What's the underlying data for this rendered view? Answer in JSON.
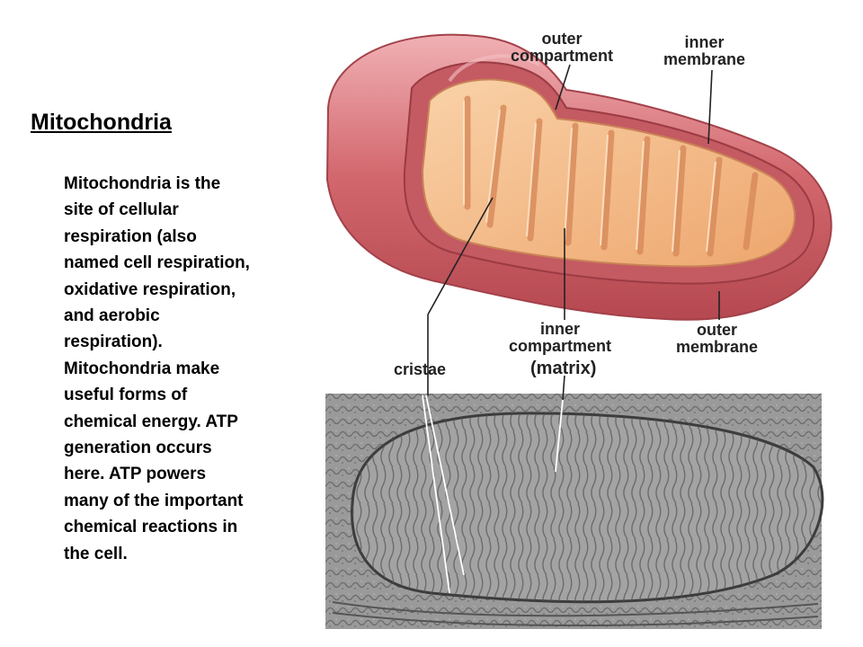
{
  "slide": {
    "title": "Mitochondria",
    "body_lines": [
      "Mitochondria is the",
      "site of cellular",
      "respiration (also",
      "named cell respiration,",
      "oxidative respiration,",
      "and aerobic",
      "respiration).",
      "Mitochondria make",
      "useful forms of",
      "chemical energy.  ATP",
      "generation occurs",
      "here.  ATP powers",
      "many of the important",
      "chemical reactions in",
      "the cell."
    ]
  },
  "diagram": {
    "labels": {
      "outer_compartment": [
        "outer",
        "compartment"
      ],
      "inner_membrane": [
        "inner",
        "membrane"
      ],
      "inner_compartment": [
        "inner",
        "compartment"
      ],
      "matrix": "(matrix)",
      "outer_membrane": [
        "outer",
        "membrane"
      ],
      "cristae": "cristae"
    },
    "colors": {
      "outer_membrane": "#c8585e",
      "outer_membrane_light": "#e59aa0",
      "inner_membrane": "#e0a27a",
      "matrix": "#f6c48f",
      "micrograph": "#8a8a8a"
    }
  }
}
